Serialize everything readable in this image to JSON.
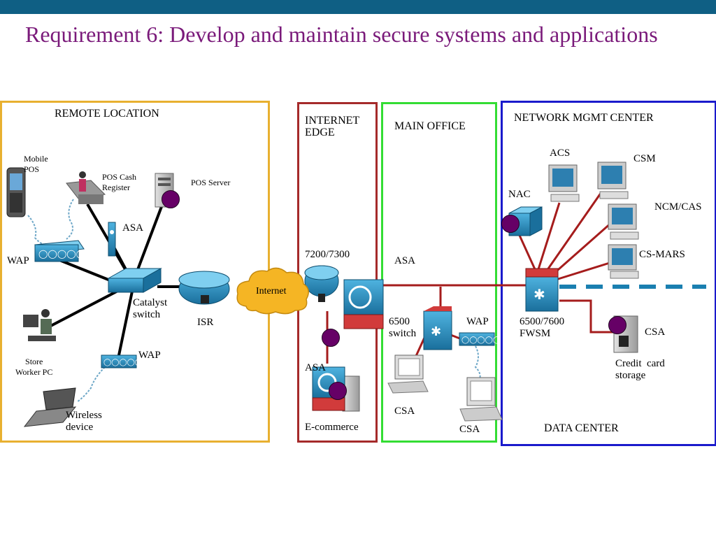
{
  "title": "Requirement 6: Develop and maintain secure systems and applications",
  "colors": {
    "topbar": "#0f5f84",
    "title": "#7a1a7a",
    "remote_zone": "#e8b030",
    "internet_edge_zone": "#a52a2a",
    "main_office_zone": "#33dd33",
    "data_center_zone": "#1a1acc",
    "links": "#a51c1c",
    "network_link": "#000000",
    "wireless": "#6fa8c8",
    "dashed_link": "#1a7fb0",
    "marker_dot": "#660066"
  },
  "zones": {
    "remote": "REMOTE LOCATION",
    "internet_edge": "INTERNET\nEDGE",
    "main_office": "MAIN OFFICE",
    "mgmt_center": "NETWORK MGMT CENTER",
    "data_center": "DATA CENTER"
  },
  "remote": {
    "mobile_pos": "Mobile\nPOS",
    "pos_cash_register": "POS Cash\nRegister",
    "pos_server": "POS Server",
    "asa": "ASA",
    "wap": "WAP",
    "catalyst_switch": "Catalyst\nswitch",
    "isr": "ISR",
    "store_worker_pc": "Store\nWorker PC",
    "wap2": "WAP",
    "wireless_device": "Wireless\ndevice"
  },
  "internet": "Internet",
  "internet_edge": {
    "router": "7200/7300",
    "asa": "ASA",
    "ecommerce": "E-commerce"
  },
  "main_office": {
    "asa": "ASA",
    "switch": "6500\nswitch",
    "wap": "WAP",
    "csa1": "CSA",
    "csa2": "CSA"
  },
  "mgmt": {
    "acs": "ACS",
    "csm": "CSM",
    "nac": "NAC",
    "ncm_cas": "NCM/CAS",
    "cs_mars": "CS-MARS",
    "fwsm": "6500/7600\nFWSM",
    "csa": "CSA",
    "credit_card_storage": "Credit  card\nstorage"
  }
}
